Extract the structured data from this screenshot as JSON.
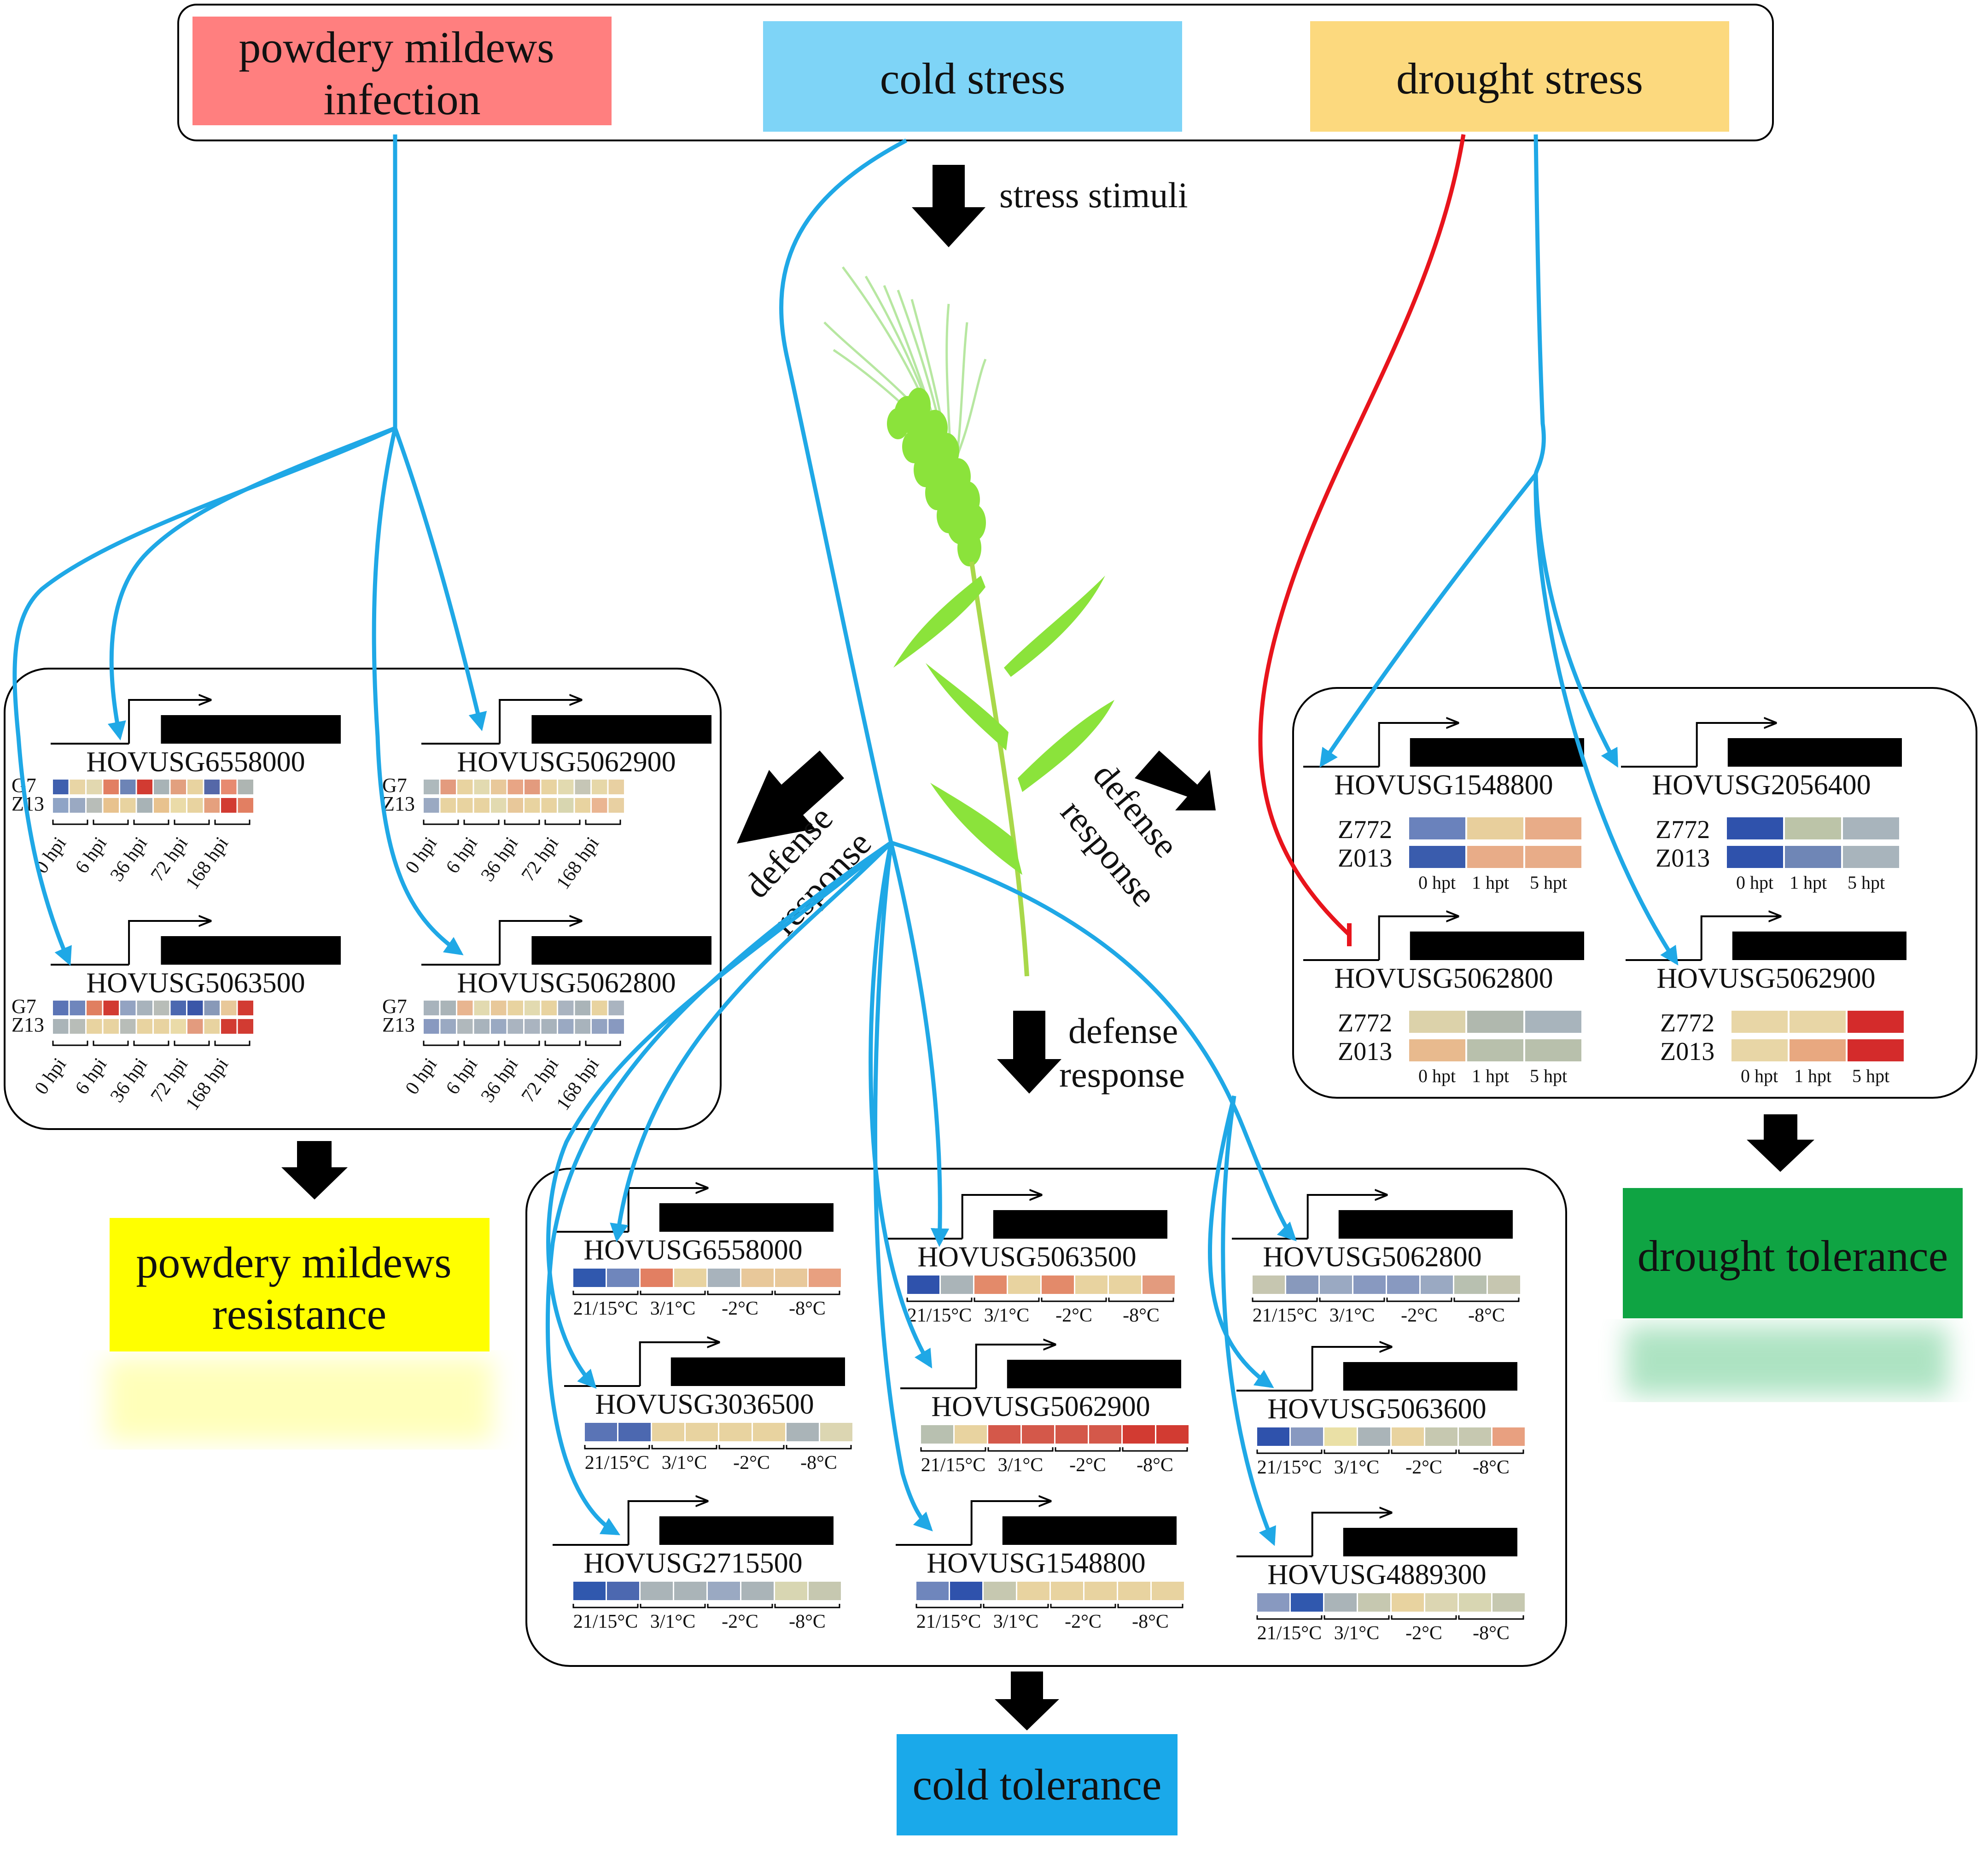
{
  "colors": {
    "blue_line": "#1fa8e6",
    "red_line": "#e8141c",
    "pm_box": "#ff7f7f",
    "cold_box": "#7ed4f7",
    "drought_box": "#fcd97e",
    "pm_resistance": "#ffff00",
    "drought_tolerance": "#0fa443",
    "cold_tolerance": "#1aa9ea",
    "plant": "#8be33b"
  },
  "stimuli": {
    "powdery": "powdery mildews\ninfection",
    "cold": "cold stress",
    "drought": "drought stress"
  },
  "labels": {
    "stress_stimuli": "stress stimuli",
    "defense_response": "defense response"
  },
  "outcomes": {
    "pm_resistance": "powdery mildews\nresistance",
    "drought_tolerance": "drought tolerance",
    "cold_tolerance": "cold tolerance"
  },
  "pm_panel": {
    "rows": [
      "G7",
      "Z13"
    ],
    "ticks": [
      "0 hpi",
      "6 hpi",
      "36 hpi",
      "72 hpi",
      "168 hpi"
    ],
    "genes": [
      {
        "name": "HOVUSG6558000",
        "cells": [
          [
            "#3f5fae",
            "#e8d5a5",
            "#e2d8b0",
            "#e27f62",
            "#6d84b6",
            "#d23b32",
            "#a8b3b6",
            "#e2a07f",
            "#e8d3a0",
            "#5568a8",
            "#e78a70",
            "#aeb5b2"
          ],
          [
            "#8fa4c6",
            "#9aa9c2",
            "#b8bdb8",
            "#e8c28e",
            "#e8d3a0",
            "#a8b3b6",
            "#e8c28e",
            "#eadba8",
            "#e8d3a0",
            "#e5a07e",
            "#d23b32",
            "#e27f62"
          ]
        ]
      },
      {
        "name": "HOVUSG5062900",
        "cells": [
          [
            "#aeb9bc",
            "#e39b7e",
            "#e8d3a0",
            "#e2dab0",
            "#e8c89a",
            "#e8a585",
            "#e39b7e",
            "#e8d3a0",
            "#e2dab0",
            "#c6c6b6",
            "#e6d7a8",
            "#e8d0a2"
          ],
          [
            "#9aa9c2",
            "#e8d3a0",
            "#e8d3a0",
            "#e8d3a0",
            "#e2dab0",
            "#e8c89a",
            "#e8d3a0",
            "#e8d3a0",
            "#d8d6b0",
            "#e8d3a0",
            "#eab592",
            "#e8d0a2"
          ]
        ]
      },
      {
        "name": "HOVUSG5063500",
        "cells": [
          [
            "#5b74b6",
            "#6f86bc",
            "#e07f60",
            "#d23b32",
            "#93a3c2",
            "#a8b3bc",
            "#b8bdb8",
            "#4c68b0",
            "#3a56a8",
            "#8899b8",
            "#e8c89a",
            "#d23b32"
          ],
          [
            "#aab4b8",
            "#b8bdb8",
            "#e8d3a0",
            "#e8d3a0",
            "#b8bdb8",
            "#e8d3a0",
            "#e8d3a0",
            "#eadba8",
            "#e39b7e",
            "#e8d3a0",
            "#d23b32",
            "#d23b32"
          ]
        ]
      },
      {
        "name": "HOVUSG5062800",
        "cells": [
          [
            "#a8b3bc",
            "#aab4b8",
            "#e8b590",
            "#e2dab0",
            "#e8c89a",
            "#e8d3a0",
            "#e2dab0",
            "#e8d3a0",
            "#aab4c0",
            "#aab4b8",
            "#e8d3a0",
            "#aab4c0"
          ],
          [
            "#8899c0",
            "#9aa9c2",
            "#b0b8bc",
            "#a8b3bc",
            "#9aa9c2",
            "#aab4c0",
            "#aab4c0",
            "#a8b3bc",
            "#9aa9c2",
            "#a8b3bc",
            "#93a3c2",
            "#8899c0"
          ]
        ]
      }
    ]
  },
  "drought_panel": {
    "rows": [
      "Z772",
      "Z013"
    ],
    "ticks": [
      "0 hpt",
      "1 hpt",
      "5 hpt"
    ],
    "genes": [
      {
        "name": "HOVUSG1548800",
        "cells": [
          [
            "#6a82bc",
            "#e8cf9c",
            "#e8ac88"
          ],
          [
            "#3a5cad",
            "#e8ac88",
            "#e8ac88"
          ]
        ]
      },
      {
        "name": "HOVUSG2056400",
        "cells": [
          [
            "#2f52ac",
            "#bcc4a8",
            "#a8b4bc"
          ],
          [
            "#2f52ac",
            "#6f86b6",
            "#a8b4bc"
          ]
        ]
      },
      {
        "name": "HOVUSG5062800",
        "cells": [
          [
            "#dcd2aa",
            "#b0b8ae",
            "#a8b4bc"
          ],
          [
            "#e8ba8e",
            "#b8c0ac",
            "#b8c0ac"
          ]
        ]
      },
      {
        "name": "HOVUSG5062900",
        "cells": [
          [
            "#e8d6a6",
            "#e8d6a6",
            "#d42b2b"
          ],
          [
            "#e8d6a6",
            "#e8a880",
            "#d42b2b"
          ]
        ]
      }
    ]
  },
  "cold_panel": {
    "ticks": [
      "21/15°C",
      "3/1°C",
      "-2°C",
      "-8°C"
    ],
    "genes": [
      {
        "name": "HOVUSG6558000",
        "cells": [
          "#3058ae",
          "#6f86bc",
          "#e27f62",
          "#e8d3a0",
          "#a8b3bc",
          "#e8c89a",
          "#e8c89a",
          "#e8a080"
        ]
      },
      {
        "name": "HOVUSG5063500",
        "cells": [
          "#2f52ac",
          "#aab4b8",
          "#e38a6a",
          "#e8d3a0",
          "#e38a6a",
          "#e8d3a0",
          "#e8d3a0",
          "#e39b7e"
        ]
      },
      {
        "name": "HOVUSG5062800",
        "cells": [
          "#c6c6b0",
          "#8899bc",
          "#9aa9c2",
          "#8899c0",
          "#8899c0",
          "#9aa9c2",
          "#b8c0b0",
          "#c6c6b0"
        ]
      },
      {
        "name": "HOVUSG3036500",
        "cells": [
          "#5a74b6",
          "#4c68b0",
          "#e8d3a0",
          "#e8d3a0",
          "#e8d3a0",
          "#e8d3a0",
          "#aab4b8",
          "#dcd6b2"
        ]
      },
      {
        "name": "HOVUSG5062900",
        "cells": [
          "#b8c0b0",
          "#e8d3a0",
          "#d4584a",
          "#d4584a",
          "#d4584a",
          "#d4584a",
          "#d23b32",
          "#d23b32"
        ]
      },
      {
        "name": "HOVUSG5063600",
        "cells": [
          "#2f52ac",
          "#8899c0",
          "#eae0a6",
          "#aab4b8",
          "#e8d3a0",
          "#c6c8b0",
          "#c6c8b0",
          "#e8a080"
        ]
      },
      {
        "name": "HOVUSG2715500",
        "cells": [
          "#3058ae",
          "#4c68b0",
          "#aab4b8",
          "#aab4b8",
          "#9aa9c2",
          "#aab4b8",
          "#d8d6b2",
          "#c6c8b0"
        ]
      },
      {
        "name": "HOVUSG1548800",
        "cells": [
          "#6f86bc",
          "#2f52ac",
          "#c6c8b0",
          "#e8d3a0",
          "#e8d3a0",
          "#e8d3a0",
          "#e8d3a0",
          "#e8d3a0"
        ]
      },
      {
        "name": "HOVUSG4889300",
        "cells": [
          "#8899c0",
          "#3058ae",
          "#aab4b8",
          "#c6c8b0",
          "#e8d3a0",
          "#dcd6b2",
          "#d8d6b2",
          "#c6c8b0"
        ]
      }
    ]
  }
}
